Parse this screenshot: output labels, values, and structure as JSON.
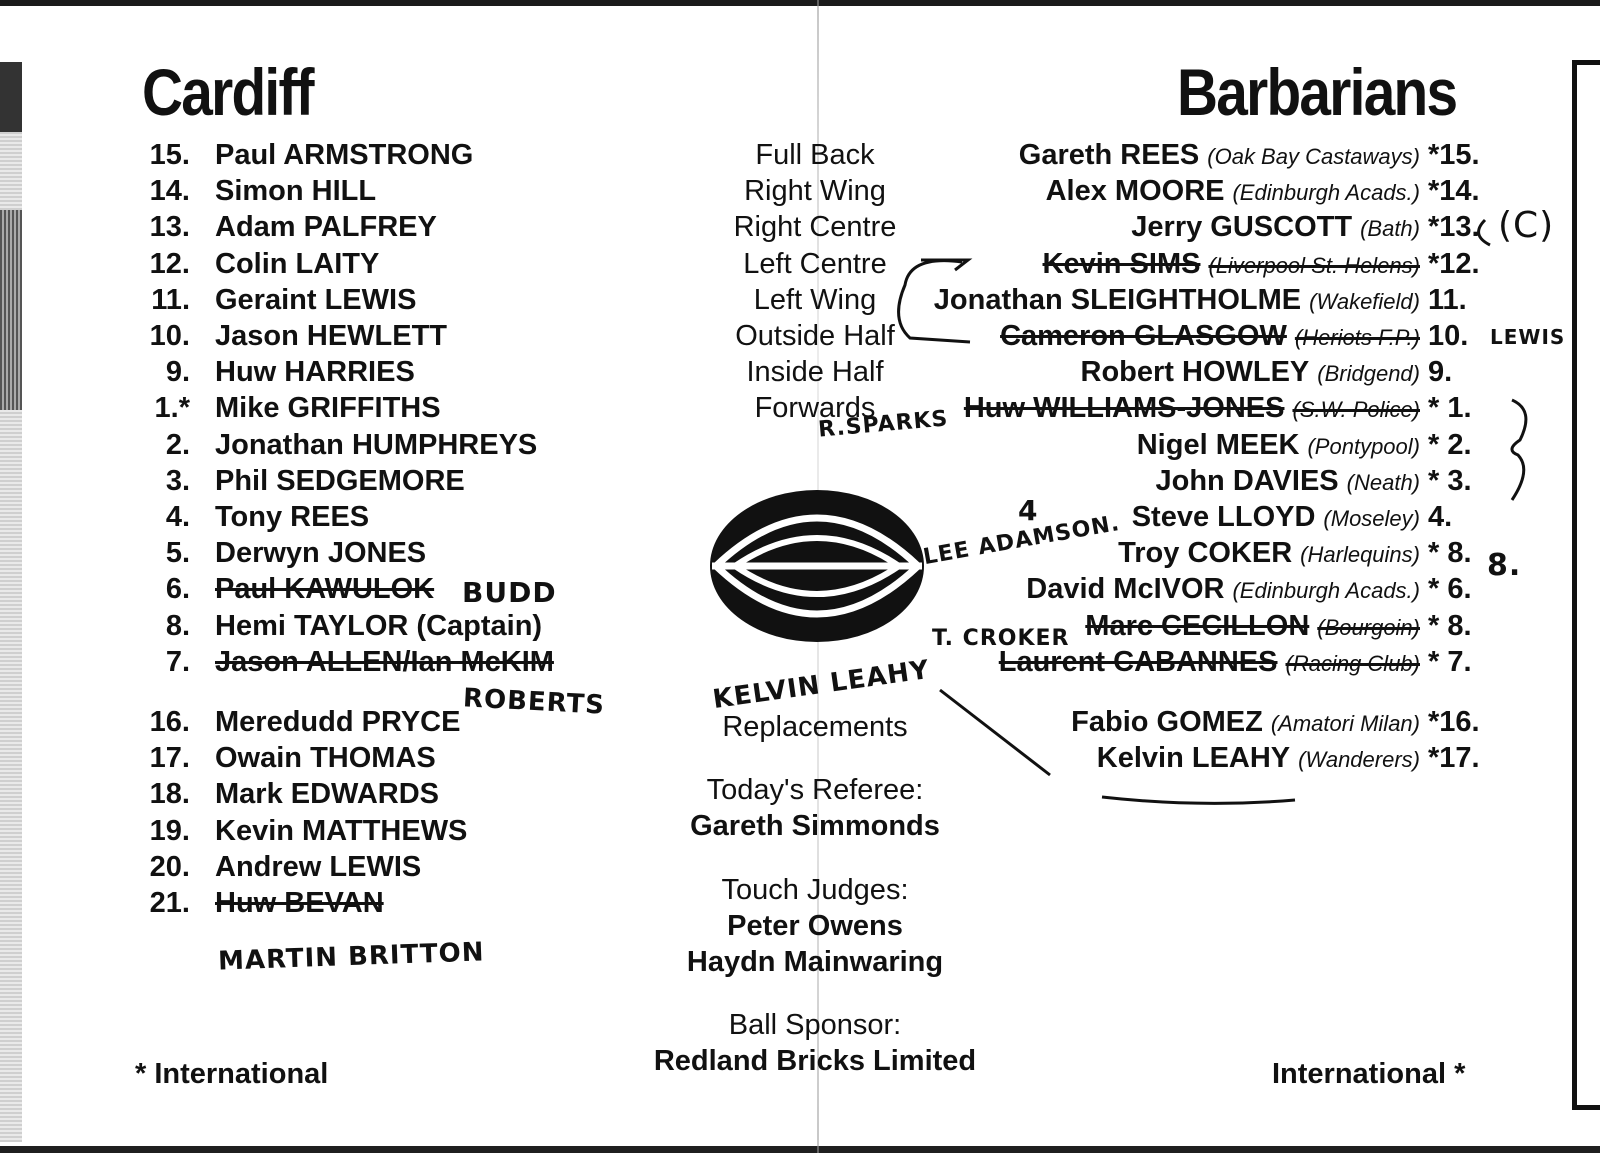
{
  "home": {
    "team": "Cardiff",
    "players": [
      {
        "num": "15.",
        "name": "Paul ARMSTRONG",
        "struck": false
      },
      {
        "num": "14.",
        "name": "Simon HILL",
        "struck": false
      },
      {
        "num": "13.",
        "name": "Adam PALFREY",
        "struck": false
      },
      {
        "num": "12.",
        "name": "Colin LAITY",
        "struck": false
      },
      {
        "num": "11.",
        "name": "Geraint LEWIS",
        "struck": false
      },
      {
        "num": "10.",
        "name": "Jason HEWLETT",
        "struck": false
      },
      {
        "num": "9.",
        "name": "Huw HARRIES",
        "struck": false
      },
      {
        "num": "1.*",
        "name": "Mike GRIFFITHS",
        "struck": false
      },
      {
        "num": "2.",
        "name": "Jonathan HUMPHREYS",
        "struck": false
      },
      {
        "num": "3.",
        "name": "Phil SEDGEMORE",
        "struck": false
      },
      {
        "num": "4.",
        "name": "Tony REES",
        "struck": false
      },
      {
        "num": "5.",
        "name": "Derwyn JONES",
        "struck": false
      },
      {
        "num": "6.",
        "name": "Paul KAWULOK",
        "struck": true
      },
      {
        "num": "8.",
        "name": "Hemi TAYLOR (Captain)",
        "struck": false
      },
      {
        "num": "7.",
        "name": "Jason ALLEN/Ian McKIM",
        "struck": true
      }
    ],
    "replacements": [
      {
        "num": "16.",
        "name": "Meredudd PRYCE",
        "struck": false
      },
      {
        "num": "17.",
        "name": "Owain THOMAS",
        "struck": false
      },
      {
        "num": "18.",
        "name": "Mark EDWARDS",
        "struck": false
      },
      {
        "num": "19.",
        "name": "Kevin MATTHEWS",
        "struck": false
      },
      {
        "num": "20.",
        "name": "Andrew LEWIS",
        "struck": false
      },
      {
        "num": "21.",
        "name": "Huw BEVAN",
        "struck": true
      }
    ]
  },
  "positions": [
    "Full Back",
    "Right Wing",
    "Right Centre",
    "Left Centre",
    "Left Wing",
    "Outside Half",
    "Inside Half",
    "Forwards"
  ],
  "away": {
    "team": "Barbarians",
    "players": [
      {
        "name": "Gareth REES",
        "club": "(Oak Bay Castaways)",
        "num": "*15.",
        "struck": false
      },
      {
        "name": "Alex MOORE",
        "club": "(Edinburgh Acads.)",
        "num": "*14.",
        "struck": false
      },
      {
        "name": "Jerry GUSCOTT",
        "club": "(Bath)",
        "num": "*13.",
        "struck": false
      },
      {
        "name": "Kevin SIMS",
        "club": "(Liverpool St. Helens)",
        "num": "*12.",
        "struck": true
      },
      {
        "name": "Jonathan SLEIGHTHOLME",
        "club": "(Wakefield)",
        "num": "11.",
        "struck": false
      },
      {
        "name": "Cameron GLASGOW",
        "club": "(Heriots F.P.)",
        "num": "10.",
        "struck": true
      },
      {
        "name": "Robert HOWLEY",
        "club": "(Bridgend)",
        "num": "9.",
        "struck": false
      },
      {
        "name": "Huw WILLIAMS-JONES",
        "club": "(S.W. Police)",
        "num": "* 1.",
        "struck": true
      },
      {
        "name": "Nigel MEEK",
        "club": "(Pontypool)",
        "num": "* 2.",
        "struck": false
      },
      {
        "name": "John DAVIES",
        "club": "(Neath)",
        "num": "* 3.",
        "struck": false
      },
      {
        "name": "Steve LLOYD",
        "club": "(Moseley)",
        "num": "4.",
        "struck": false
      },
      {
        "name": "Troy COKER",
        "club": "(Harlequins)",
        "num": "* 8.",
        "struck": false
      },
      {
        "name": "David McIVOR",
        "club": "(Edinburgh Acads.)",
        "num": "* 6.",
        "struck": false
      },
      {
        "name": "Marc CECILLON",
        "club": "(Bourgoin)",
        "num": "* 8.",
        "struck": true
      },
      {
        "name": "Laurent CABANNES",
        "club": "(Racing Club)",
        "num": "* 7.",
        "struck": true
      }
    ],
    "replacements": [
      {
        "name": "Fabio GOMEZ",
        "club": "(Amatori Milan)",
        "num": "*16.",
        "struck": false
      },
      {
        "name": "Kelvin LEAHY",
        "club": "(Wanderers)",
        "num": "*17.",
        "struck": false
      }
    ]
  },
  "officials": {
    "replacements_label": "Replacements",
    "referee_label": "Today's Referee:",
    "referee": "Gareth Simmonds",
    "touch_label": "Touch Judges:",
    "touch_judges": [
      "Peter Owens",
      "Haydn Mainwaring"
    ],
    "sponsor_label": "Ball Sponsor:",
    "sponsor": "Redland Bricks Limited"
  },
  "footer": {
    "left": "* International",
    "right": "International *"
  },
  "handwritten": {
    "budd": "BUDD",
    "roberts": "ROBERTS",
    "kelvin_leahy": "KELVIN LEAHY",
    "martin_britton": "MARTIN BRITTON",
    "captain": "(C)",
    "lewis": "LEWIS",
    "r_sparks": "R.SPARKS",
    "lee_adamson": "LEE ADAMSON.",
    "four": "4",
    "t_croker": "T. CROKER",
    "eight": "8."
  }
}
